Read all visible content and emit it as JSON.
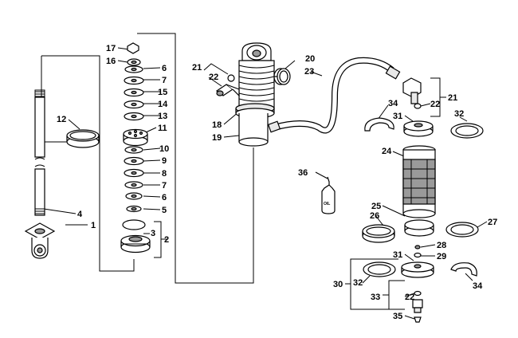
{
  "callouts": [
    {
      "id": "c1",
      "text": "1"
    },
    {
      "id": "c2",
      "text": "2"
    },
    {
      "id": "c3",
      "text": "3"
    },
    {
      "id": "c4",
      "text": "4"
    },
    {
      "id": "c5",
      "text": "5"
    },
    {
      "id": "c6a",
      "text": "6"
    },
    {
      "id": "c6b",
      "text": "6"
    },
    {
      "id": "c7a",
      "text": "7"
    },
    {
      "id": "c7b",
      "text": "7"
    },
    {
      "id": "c8",
      "text": "8"
    },
    {
      "id": "c9",
      "text": "9"
    },
    {
      "id": "c10",
      "text": "10"
    },
    {
      "id": "c11",
      "text": "11"
    },
    {
      "id": "c12",
      "text": "12"
    },
    {
      "id": "c13",
      "text": "13"
    },
    {
      "id": "c14",
      "text": "14"
    },
    {
      "id": "c15",
      "text": "15"
    },
    {
      "id": "c16",
      "text": "16"
    },
    {
      "id": "c17",
      "text": "17"
    },
    {
      "id": "c18",
      "text": "18"
    },
    {
      "id": "c19",
      "text": "19"
    },
    {
      "id": "c20",
      "text": "20"
    },
    {
      "id": "c21a",
      "text": "21"
    },
    {
      "id": "c21b",
      "text": "21"
    },
    {
      "id": "c22a",
      "text": "22"
    },
    {
      "id": "c22b",
      "text": "22"
    },
    {
      "id": "c22c",
      "text": "22"
    },
    {
      "id": "c23",
      "text": "23"
    },
    {
      "id": "c24",
      "text": "24"
    },
    {
      "id": "c25",
      "text": "25"
    },
    {
      "id": "c26",
      "text": "26"
    },
    {
      "id": "c27",
      "text": "27"
    },
    {
      "id": "c28",
      "text": "28"
    },
    {
      "id": "c29",
      "text": "29"
    },
    {
      "id": "c30",
      "text": "30"
    },
    {
      "id": "c31a",
      "text": "31"
    },
    {
      "id": "c31b",
      "text": "31"
    },
    {
      "id": "c32a",
      "text": "32"
    },
    {
      "id": "c32b",
      "text": "32"
    },
    {
      "id": "c33",
      "text": "33"
    },
    {
      "id": "c34a",
      "text": "34"
    },
    {
      "id": "c34b",
      "text": "34"
    },
    {
      "id": "c35",
      "text": "35"
    },
    {
      "id": "c36",
      "text": "36"
    }
  ],
  "bottle_label": "OIL"
}
